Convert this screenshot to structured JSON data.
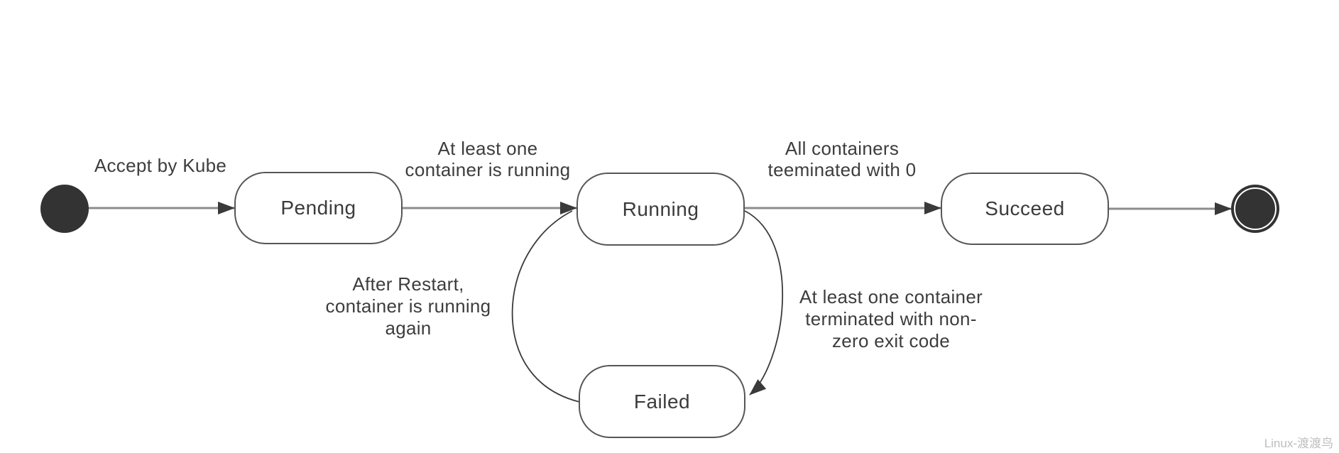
{
  "diagram": {
    "type": "state-diagram",
    "subject": "Kubernetes Pod lifecycle",
    "states": [
      {
        "id": "start",
        "kind": "initial",
        "label": ""
      },
      {
        "id": "pending",
        "kind": "state",
        "label": "Pending"
      },
      {
        "id": "running",
        "kind": "state",
        "label": "Running"
      },
      {
        "id": "succeed",
        "kind": "state",
        "label": "Succeed"
      },
      {
        "id": "failed",
        "kind": "state",
        "label": "Failed"
      },
      {
        "id": "final",
        "kind": "final",
        "label": ""
      }
    ],
    "transitions": [
      {
        "from": "start",
        "to": "pending",
        "label": "Accept by Kube"
      },
      {
        "from": "pending",
        "to": "running",
        "label": "At least one\ncontainer is running"
      },
      {
        "from": "running",
        "to": "succeed",
        "label": "All containers\nteeminated with 0"
      },
      {
        "from": "succeed",
        "to": "final",
        "label": ""
      },
      {
        "from": "failed",
        "to": "running",
        "label": "After Restart,\ncontainer is running\nagain"
      },
      {
        "from": "running",
        "to": "failed",
        "label": "At least one container\nterminated with non-\nzero exit code"
      }
    ],
    "watermark": "Linux-渡渡鸟",
    "colors": {
      "background": "#ffffff",
      "node_fill": "#ffffff",
      "node_border": "#565656",
      "state_dot_fill": "#333333",
      "arrow_line": "#8c8c8c",
      "arrow_head": "#3a3a3a",
      "curve_line": "#3a3a3a",
      "text": "#3d3d3d",
      "watermark_text": "#bdbdbd"
    }
  }
}
